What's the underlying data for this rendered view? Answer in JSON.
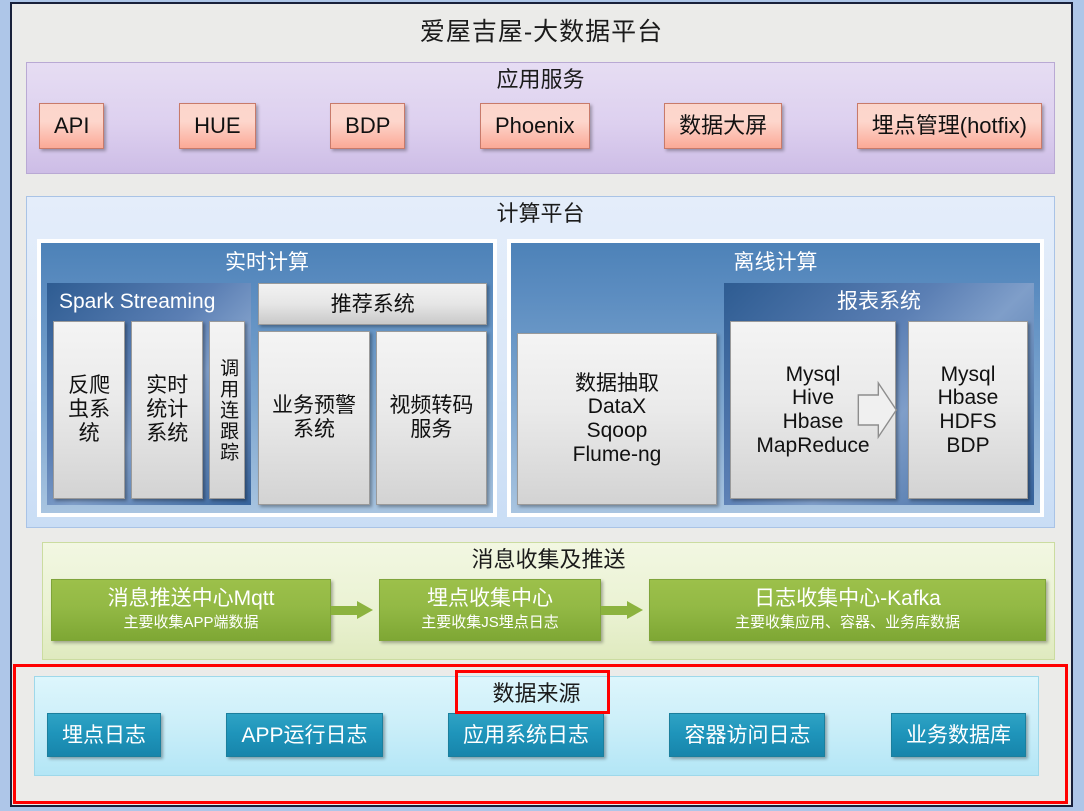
{
  "page": {
    "title": "爱屋吉屋-大数据平台",
    "background_color": "#aec6e8",
    "frame_color": "#ebebe9"
  },
  "app_service": {
    "title": "应用服务",
    "accent_color": "#cdbde6",
    "chip_color": "#fba996",
    "items": [
      {
        "label": "API"
      },
      {
        "label": "HUE"
      },
      {
        "label": "BDP"
      },
      {
        "label": "Phoenix"
      },
      {
        "label": "数据大屏"
      },
      {
        "label": "埋点管理(hotfix)"
      }
    ]
  },
  "compute_platform": {
    "title": "计算平台",
    "accent_color": "#c9ddf5",
    "realtime": {
      "title": "实时计算",
      "spark": {
        "title": "Spark Streaming",
        "items": [
          {
            "label": "反爬虫系统",
            "orientation": "horizontal"
          },
          {
            "label": "实时统计系统",
            "orientation": "horizontal"
          },
          {
            "label": "调用连跟踪",
            "orientation": "vertical"
          }
        ]
      },
      "recommend": {
        "title": "推荐系统",
        "items": [
          {
            "label": "业务预警系统"
          },
          {
            "label": "视频转码服务"
          }
        ]
      }
    },
    "offline": {
      "title": "离线计算",
      "extract": {
        "label": "数据抽取\nDataX\nSqoop\nFlume-ng"
      },
      "report": {
        "title": "报表系统",
        "source_store": {
          "label": "Mysql\nHive\nHbase\nMapReduce"
        },
        "target_store": {
          "label": "Mysql\nHbase\nHDFS\nBDP"
        },
        "arrow": "right-chevron"
      }
    }
  },
  "message_collection": {
    "title": "消息收集及推送",
    "accent_color": "#9cc04a",
    "nodes": [
      {
        "name": "消息推送中心Mqtt",
        "desc": "主要收集APP端数据"
      },
      {
        "name": "埋点收集中心",
        "desc": "主要收集JS埋点日志"
      },
      {
        "name": "日志收集中心-Kafka",
        "desc": "主要收集应用、容器、业务库数据"
      }
    ]
  },
  "data_source": {
    "title": "数据来源",
    "accent_color": "#1f95bb",
    "items": [
      {
        "label": "埋点日志"
      },
      {
        "label": "APP运行日志"
      },
      {
        "label": "应用系统日志"
      },
      {
        "label": "容器访问日志"
      },
      {
        "label": "业务数据库"
      }
    ]
  },
  "annotations": {
    "highlight_color": "#ff0000",
    "rects": [
      {
        "name": "data-source-section-highlight"
      },
      {
        "name": "data-source-title-highlight"
      }
    ]
  }
}
